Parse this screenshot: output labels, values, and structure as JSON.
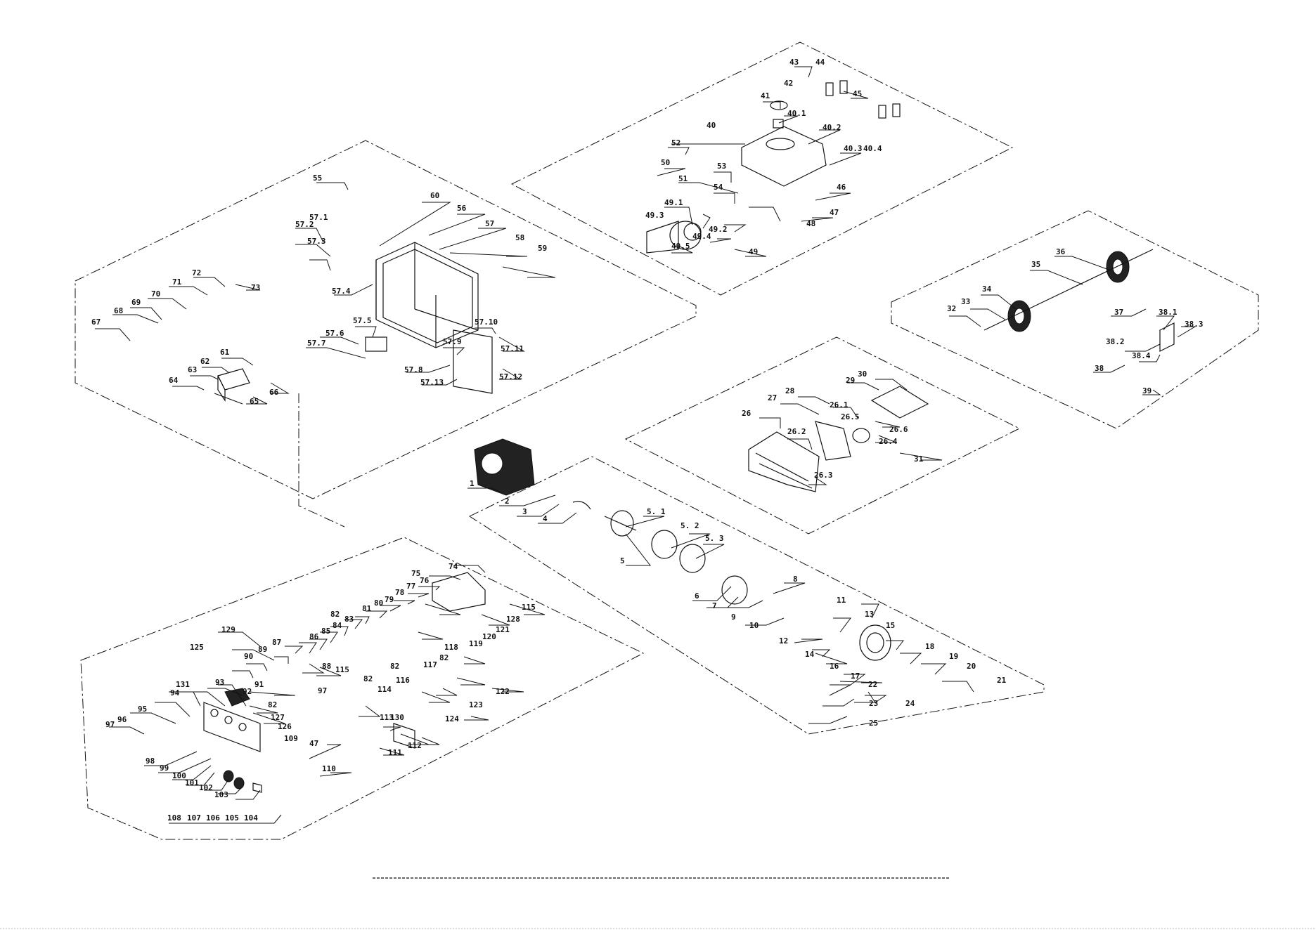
{
  "labels": {
    "1": "1",
    "2": "2",
    "3": "3",
    "4": "4",
    "5": "5",
    "5_1": "5. 1",
    "5_2": "5. 2",
    "5_3": "5. 3",
    "6": "6",
    "7": "7",
    "8": "8",
    "9": "9",
    "10": "10",
    "11": "11",
    "12": "12",
    "13": "13",
    "14": "14",
    "15": "15",
    "16": "16",
    "17": "17",
    "18": "18",
    "19": "19",
    "20": "20",
    "21": "21",
    "22": "22",
    "23": "23",
    "24": "24",
    "25": "25",
    "26": "26",
    "26_1": "26.1",
    "26_2": "26.2",
    "26_3": "26.3",
    "26_4": "26.4",
    "26_5": "26.5",
    "26_6": "26.6",
    "27": "27",
    "28": "28",
    "29": "29",
    "30": "30",
    "31": "31",
    "32": "32",
    "33": "33",
    "34": "34",
    "35": "35",
    "36": "36",
    "37": "37",
    "38": "38",
    "38_1": "38.1",
    "38_2": "38.2",
    "38_3": "38.3",
    "38_4": "38.4",
    "39": "39",
    "40": "40",
    "40_1": "40.1",
    "40_2": "40.2",
    "40_3": "40.3",
    "40_4": "40.4",
    "41": "41",
    "42": "42",
    "43": "43",
    "44": "44",
    "45": "45",
    "46": "46",
    "47": "47",
    "47b": "47",
    "48": "48",
    "49": "49",
    "49_1": "49.1",
    "49_2": "49.2",
    "49_3": "49.3",
    "49_4": "49.4",
    "49_5": "49.5",
    "50": "50",
    "51": "51",
    "52": "52",
    "53": "53",
    "54": "54",
    "55": "55",
    "56": "56",
    "57": "57",
    "57_1": "57.1",
    "57_2": "57.2",
    "57_3": "57.3",
    "57_4": "57.4",
    "57_5": "57.5",
    "57_6": "57.6",
    "57_7": "57.7",
    "57_8": "57.8",
    "57_9": "57.9",
    "57_10": "57.10",
    "57_11": "57.11",
    "57_12": "57.12",
    "57_13": "57.13",
    "58": "58",
    "59": "59",
    "60": "60",
    "61": "61",
    "62": "62",
    "63": "63",
    "64": "64",
    "65": "65",
    "66": "66",
    "67": "67",
    "68": "68",
    "69": "69",
    "70": "70",
    "71": "71",
    "72": "72",
    "73": "73",
    "74": "74",
    "75": "75",
    "76": "76",
    "77": "77",
    "78": "78",
    "79": "79",
    "80": "80",
    "81": "81",
    "82a": "82",
    "82b": "82",
    "82c": "82",
    "82d": "82",
    "82e": "82",
    "83": "83",
    "84": "84",
    "85": "85",
    "86": "86",
    "87": "87",
    "88": "88",
    "89": "89",
    "90": "90",
    "91": "91",
    "92": "92",
    "93": "93",
    "94": "94",
    "95": "95",
    "96": "96",
    "97a": "97",
    "97b": "97",
    "98": "98",
    "99": "99",
    "100": "100",
    "101": "101",
    "102": "102",
    "103": "103",
    "104": "104",
    "105": "105",
    "106": "106",
    "107": "107",
    "108": "108",
    "109": "109",
    "110": "110",
    "111": "111",
    "112": "112",
    "113": "113",
    "114": "114",
    "115a": "115",
    "115b": "115",
    "116": "116",
    "117": "117",
    "118": "118",
    "119": "119",
    "120": "120",
    "121": "121",
    "122": "122",
    "123": "123",
    "124": "124",
    "125": "125",
    "126": "126",
    "127": "127",
    "128": "128",
    "129": "129",
    "130": "130",
    "131": "131"
  }
}
